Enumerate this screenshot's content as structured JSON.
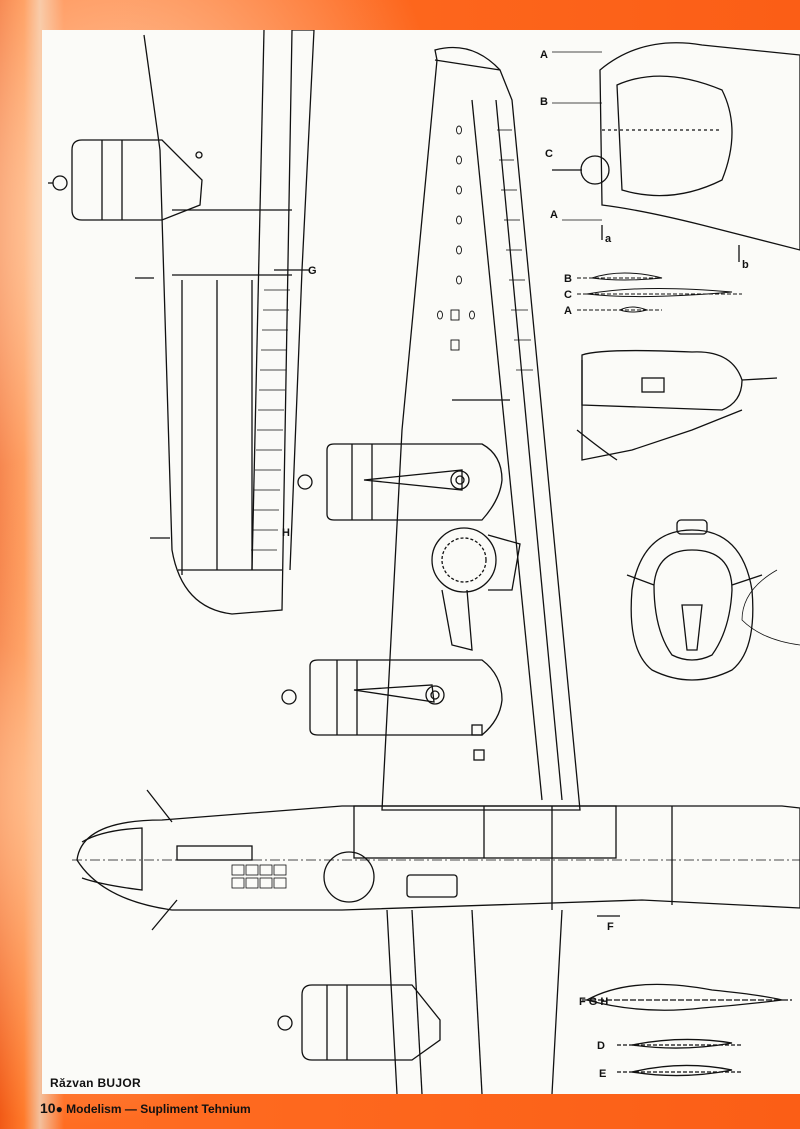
{
  "labels": {
    "section_a_top": "A",
    "section_b_top": "B",
    "section_c_top": "C",
    "section_a_low": "A",
    "view_a": "a",
    "view_b": "b",
    "profile_b": "B",
    "profile_c": "C",
    "profile_a": "A",
    "wing_g": "G",
    "wing_h": "H",
    "fuselage_f": "F",
    "profile_fgh": "F G H",
    "profile_d": "D",
    "profile_e": "E"
  },
  "author": "Răzvan BUJOR",
  "footer": {
    "page_number": "10",
    "bullet": "●",
    "magazine": "Modelism",
    "dash": "—",
    "supplement": "Supliment Tehnium"
  },
  "colors": {
    "border": "#fb5e16",
    "paper": "#fbfbf8",
    "ink": "#111111"
  }
}
